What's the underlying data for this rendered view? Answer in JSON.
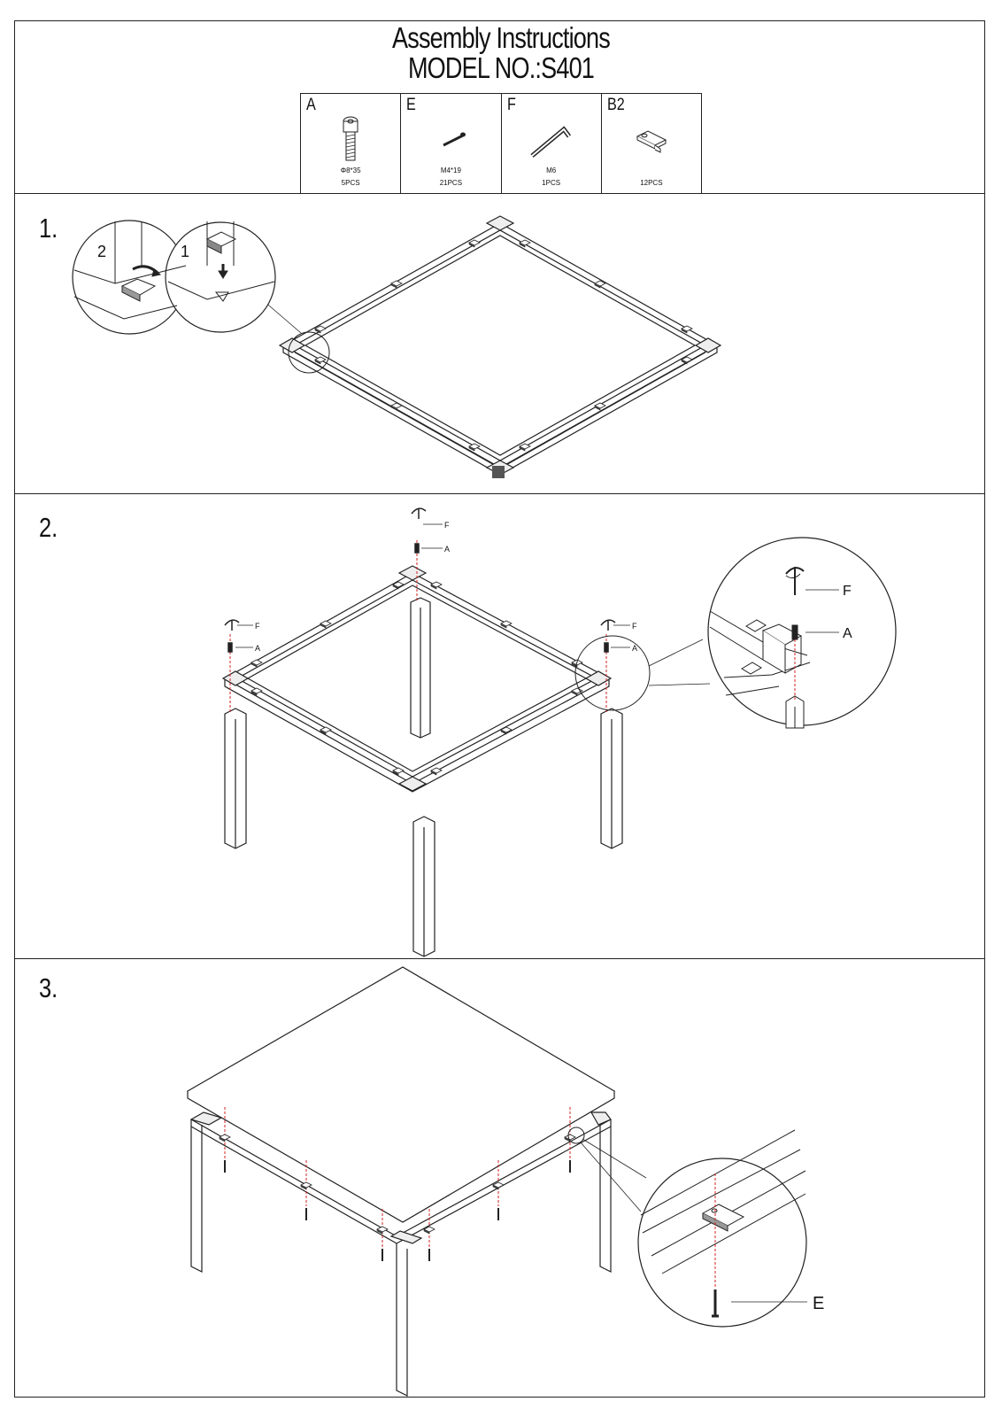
{
  "header": {
    "title": "Assembly Instructions",
    "model": "MODEL NO.:S401"
  },
  "parts": [
    {
      "letter": "A",
      "spec": "Φ8*35",
      "qty": "5PCS",
      "icon": "bolt-icon"
    },
    {
      "letter": "E",
      "spec": "M4*19",
      "qty": "21PCS",
      "icon": "screw-icon"
    },
    {
      "letter": "F",
      "spec": "M6",
      "qty": "1PCS",
      "icon": "allen-key-icon"
    },
    {
      "letter": "B2",
      "spec": "",
      "qty": "12PCS",
      "icon": "bracket-icon"
    }
  ],
  "steps": [
    {
      "number": "1.",
      "callout_labels": [
        "2",
        "1"
      ]
    },
    {
      "number": "2.",
      "callout_labels": [
        "F",
        "A",
        "F",
        "A",
        "F",
        "A",
        "F",
        "A"
      ]
    },
    {
      "number": "3.",
      "callout_labels": [
        "E"
      ]
    }
  ],
  "colors": {
    "line": "#222222",
    "guide": "#d62020"
  }
}
